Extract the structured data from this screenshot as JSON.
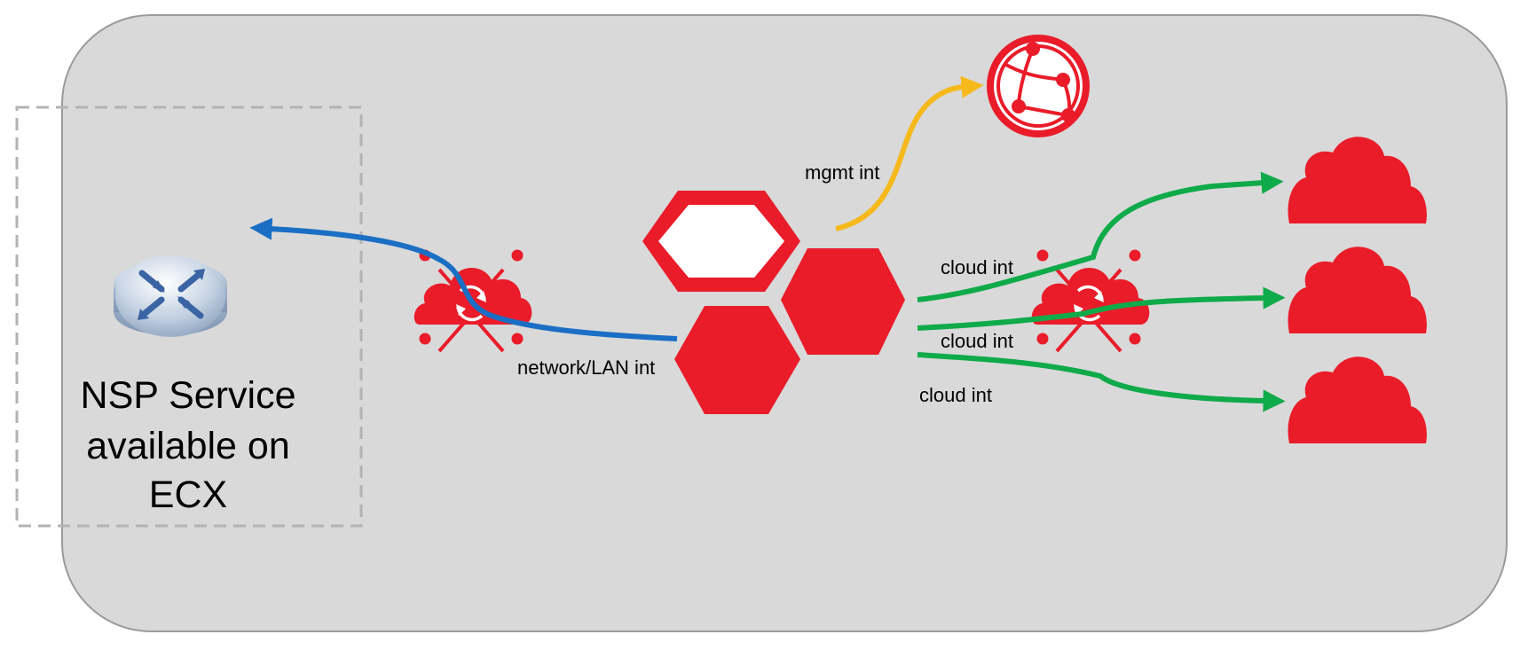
{
  "labels": {
    "mgmt": "mgmt int",
    "cloud_1": "cloud int",
    "cloud_2": "cloud int",
    "cloud_3": "cloud int",
    "network": "network/LAN int",
    "nsp_line1": "NSP Service",
    "nsp_line2": "available on",
    "nsp_line3": "ECX"
  },
  "colors": {
    "panel": "#d9d9d9",
    "panel_border": "#9a9a9a",
    "red": "#ea1c2a",
    "blue_link": "#1a6fc4",
    "green_link": "#0faa4a",
    "mgmt_link": "#f6b91c",
    "dashed_box": "#b3b3b3"
  },
  "icons": {
    "router": "router-icon",
    "globe": "globe-network-icon",
    "sync_cloud": "cloud-sync-icon",
    "cloud": "cloud-icon",
    "hexagon_cluster": "hexagon-cluster-icon"
  }
}
